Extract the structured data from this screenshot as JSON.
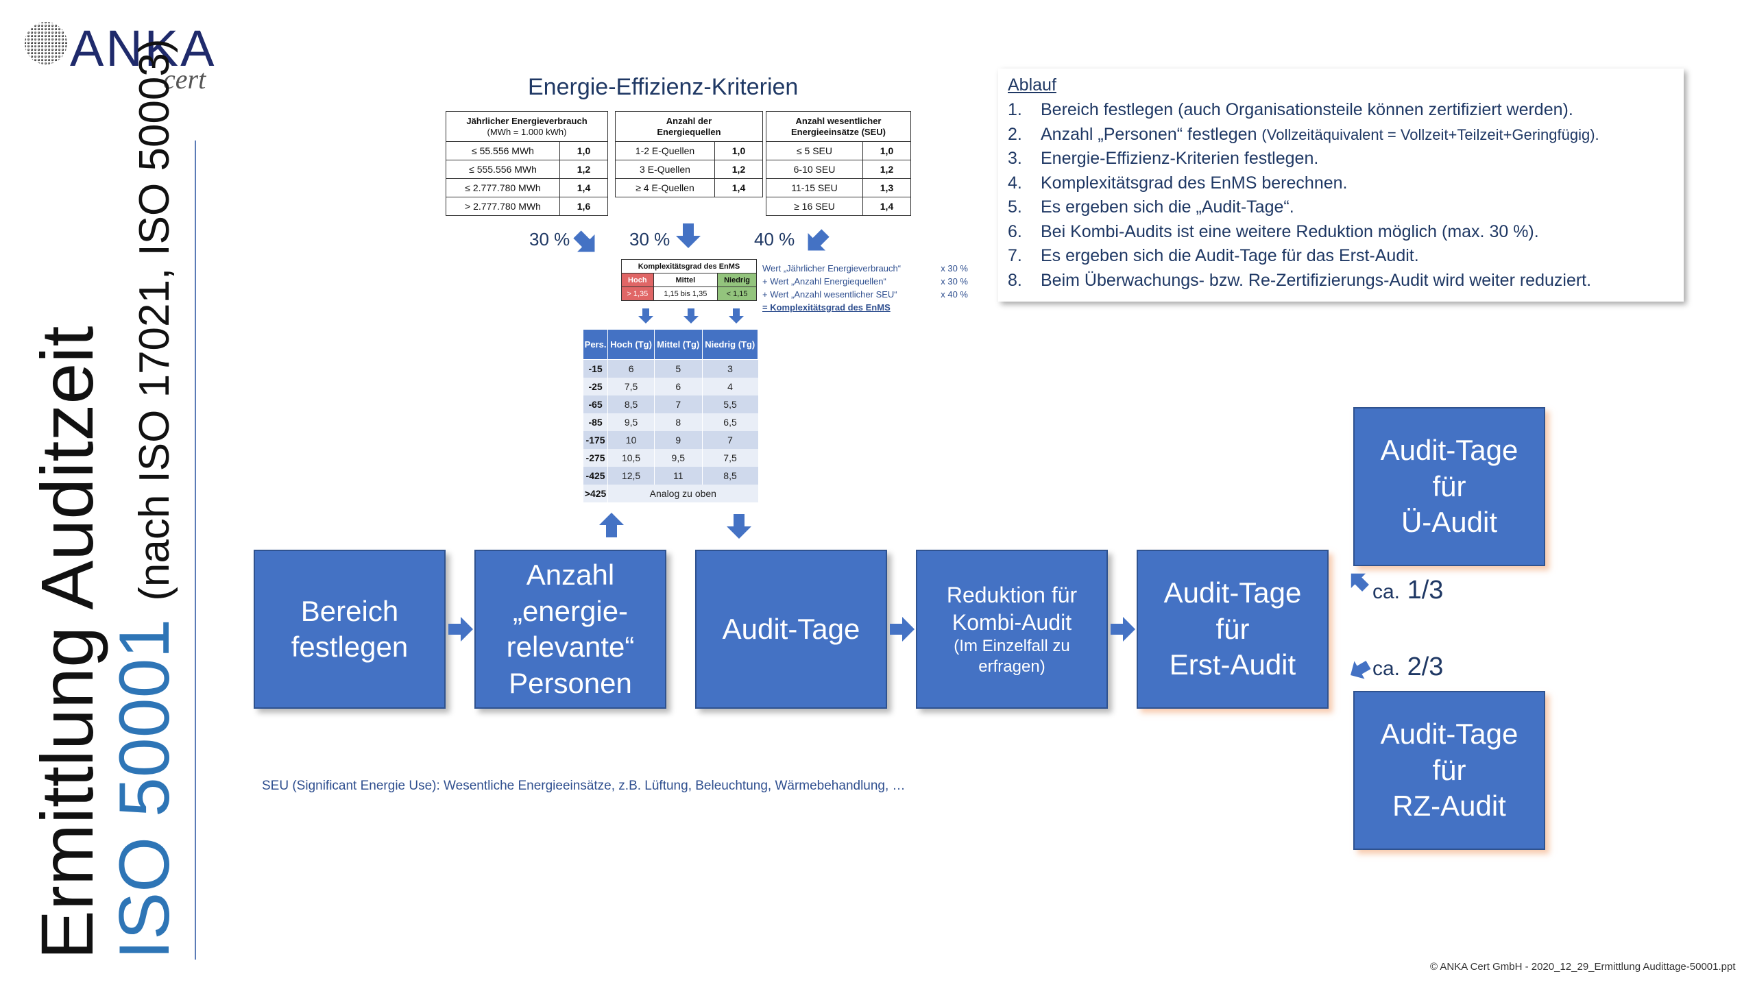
{
  "logo": {
    "word": "ANKA",
    "sub": "cert"
  },
  "title": {
    "line1": "Ermittlung Auditzeit",
    "line2a": "ISO 50001",
    "line2b": "(nach ISO 17021, ISO 50003)"
  },
  "criteria": {
    "title": "Energie-Effizienz-Kriterien",
    "verbrauch": {
      "header1": "Jährlicher Energieverbrauch",
      "header2": "(MWh = 1.000 kWh)",
      "rows": [
        {
          "label": "≤  55.556  MWh",
          "value": "1,0"
        },
        {
          "label": "≤  555.556 MWh",
          "value": "1,2"
        },
        {
          "label": "≤  2.777.780  MWh",
          "value": "1,4"
        },
        {
          "label": ">  2.777.780  MWh",
          "value": "1,6"
        }
      ]
    },
    "quellen": {
      "header1": "Anzahl der",
      "header2": "Energiequellen",
      "rows": [
        {
          "label": "1-2 E-Quellen",
          "value": "1,0"
        },
        {
          "label": "3 E-Quellen",
          "value": "1,2"
        },
        {
          "label": "≥  4 E-Quellen",
          "value": "1,4"
        }
      ]
    },
    "seu": {
      "header1": "Anzahl wesentlicher",
      "header2": "Energieeinsätze (SEU)",
      "rows": [
        {
          "label": "≤  5  SEU",
          "value": "1,0"
        },
        {
          "label": "6-10  SEU",
          "value": "1,2"
        },
        {
          "label": "11-15  SEU",
          "value": "1,3"
        },
        {
          "label": "≥  16  SEU",
          "value": "1,4"
        }
      ]
    },
    "weights": [
      "30 %",
      "30 %",
      "40 %"
    ]
  },
  "complexity": {
    "title": "Komplexitätsgrad des EnMS",
    "levels": [
      "Hoch",
      "Mittel",
      "Niedrig"
    ],
    "ranges": [
      "> 1,35",
      "1,15 bis 1,35",
      "< 1,15"
    ],
    "formula": [
      {
        "text": "Wert „Jährlicher Energieverbrauch“",
        "factor": "x 30 %"
      },
      {
        "text": "+ Wert „Anzahl Energiequellen“",
        "factor": "x 30 %"
      },
      {
        "text": "+ Wert „Anzahl wesentlicher SEU“",
        "factor": "x 40 %"
      }
    ],
    "result": "= Komplexitätsgrad des EnMS"
  },
  "personnel": {
    "headers": [
      "Pers.",
      "Hoch (Tg)",
      "Mittel (Tg)",
      "Niedrig (Tg)"
    ],
    "rows": [
      [
        "-15",
        "6",
        "5",
        "3"
      ],
      [
        "-25",
        "7,5",
        "6",
        "4"
      ],
      [
        "-65",
        "8,5",
        "7",
        "5,5"
      ],
      [
        "-85",
        "9,5",
        "8",
        "6,5"
      ],
      [
        "-175",
        "10",
        "9",
        "7"
      ],
      [
        "-275",
        "10,5",
        "9,5",
        "7,5"
      ],
      [
        "-425",
        "12,5",
        "11",
        "8,5"
      ]
    ],
    "last_label": ">425",
    "last_text": "Analog zu oben"
  },
  "flow": {
    "b1": [
      "Bereich",
      "festlegen"
    ],
    "b2": [
      "Anzahl",
      "„energie-",
      "relevante“",
      "Personen"
    ],
    "b3": [
      "Audit-Tage"
    ],
    "b4": [
      "Reduktion für",
      "Kombi-Audit",
      "(Im Einzelfall zu",
      "erfragen)"
    ],
    "b5": [
      "Audit-Tage",
      "für",
      "Erst-Audit"
    ],
    "b6": [
      "Audit-Tage",
      "für",
      "Ü-Audit"
    ],
    "b7": [
      "Audit-Tage",
      "für",
      "RZ-Audit"
    ],
    "ratio_top": {
      "ca": "ca.",
      "val": "1/3"
    },
    "ratio_bottom": {
      "ca": "ca.",
      "val": "2/3"
    }
  },
  "ablauf": {
    "heading": "Ablauf",
    "items": [
      {
        "n": "1.",
        "text": "Bereich festlegen (auch Organisationsteile können zertifiziert werden).",
        "small": ""
      },
      {
        "n": "2.",
        "text": "Anzahl „Personen“ festlegen ",
        "small": "(Vollzeitäquivalent = Vollzeit+Teilzeit+Geringfügig)."
      },
      {
        "n": "3.",
        "text": "Energie-Effizienz-Kriterien festlegen.",
        "small": ""
      },
      {
        "n": "4.",
        "text": "Komplexitätsgrad des EnMS berechnen.",
        "small": ""
      },
      {
        "n": "5.",
        "text": "Es ergeben sich die „Audit-Tage“.",
        "small": ""
      },
      {
        "n": "6.",
        "text": "Bei Kombi-Audits ist eine weitere Reduktion möglich (max. 30 %).",
        "small": ""
      },
      {
        "n": "7.",
        "text": "Es ergeben sich die Audit-Tage für das Erst-Audit.",
        "small": ""
      },
      {
        "n": "8.",
        "text": "Beim Überwachungs- bzw. Re-Zertifizierungs-Audit wird weiter reduziert.",
        "small": ""
      }
    ]
  },
  "footnote": "SEU (Significant Energie Use): Wesentliche Energieeinsätze, z.B. Lüftung, Beleuchtung, Wärmebehandlung, …",
  "copyright": "© ANKA Cert GmbH - 2020_12_29_Ermittlung Audittage-50001.ppt",
  "colors": {
    "box": "#4472c4",
    "arrow": "#4472c4",
    "hoch": "#e06666",
    "niedrig": "#93c47d",
    "title_blue": "#2e75b6"
  }
}
